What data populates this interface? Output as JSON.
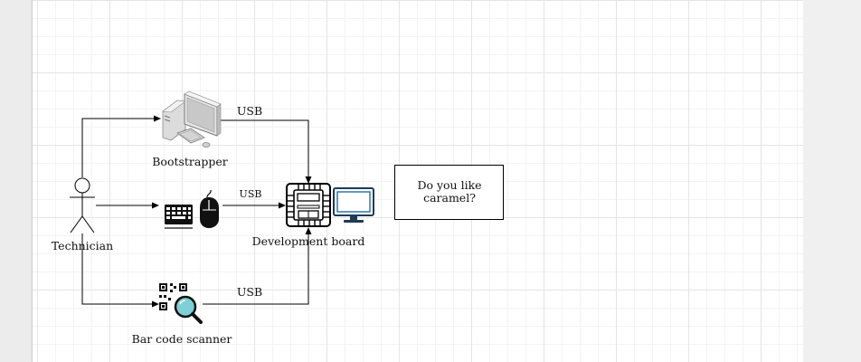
{
  "labels": {
    "technician": "Technician",
    "bootstrapper": "Bootstrapper",
    "development_board": "Development board",
    "bar_code_scanner": "Bar code scanner",
    "edge_top": "USB",
    "edge_middle": "USB",
    "edge_bottom": "USB"
  },
  "note": {
    "line1": "Do you like",
    "line2": "caramel?"
  },
  "icons": {
    "technician": "stick-figure-actor-icon",
    "bootstrapper": "desktop-computer-icon",
    "keyboard_mouse": "keyboard-mouse-icon",
    "development_board": "circuit-board-icon",
    "monitor": "monitor-icon",
    "bar_code_scanner": "qr-code-scanner-icon"
  },
  "colors": {
    "line": "#000000",
    "monitor_accent": "#1f6f9f",
    "lens": "#7ecfd6"
  }
}
